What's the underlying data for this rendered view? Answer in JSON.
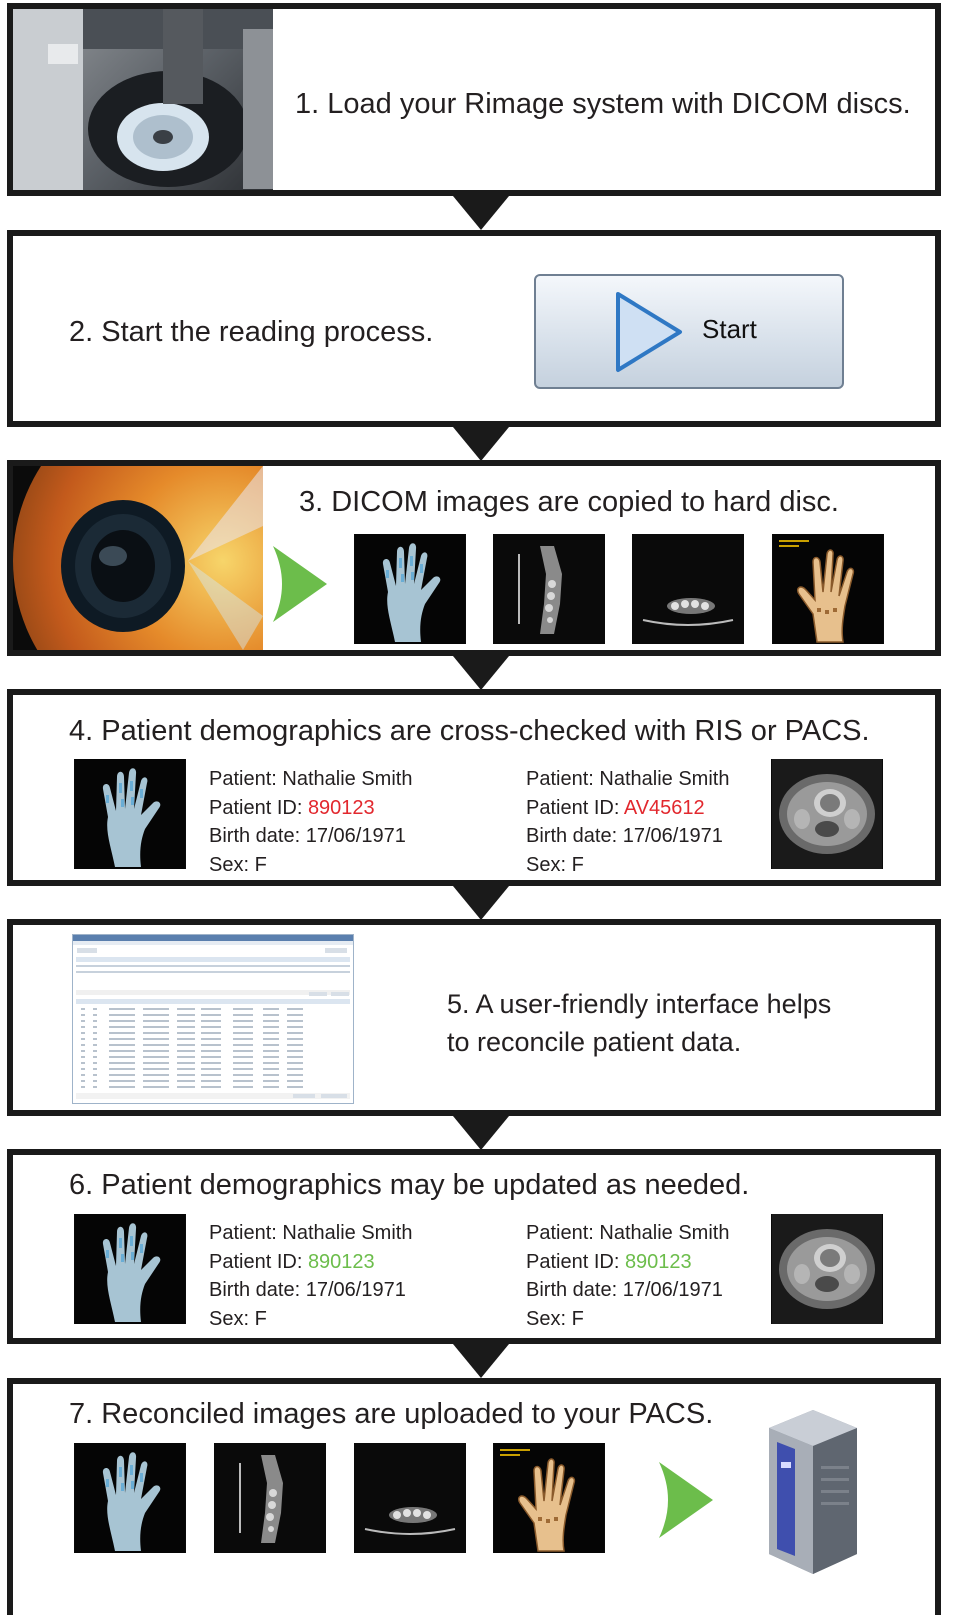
{
  "steps": {
    "s1": {
      "text": "1. Load your Rimage system with DICOM discs."
    },
    "s2": {
      "text": "2. Start the reading process.",
      "button_label": "Start"
    },
    "s3": {
      "text": "3. DICOM images are copied to hard disc."
    },
    "s4": {
      "text": "4. Patient demographics are cross-checked with RIS or PACS.",
      "left": {
        "patient": "Patient: Nathalie Smith",
        "id_label": "Patient ID: ",
        "id_value": "890123",
        "birth": "Birth date: 17/06/1971",
        "sex": "Sex: F"
      },
      "right": {
        "patient": "Patient: Nathalie Smith",
        "id_label": "Patient ID: ",
        "id_value": "AV45612",
        "birth": "Birth date: 17/06/1971",
        "sex": "Sex: F"
      }
    },
    "s5": {
      "text_line1": "5.  A user-friendly interface helps",
      "text_line2": "to reconcile patient data."
    },
    "s6": {
      "text": "6. Patient demographics may be updated as needed.",
      "left": {
        "patient": "Patient: Nathalie Smith",
        "id_label": "Patient ID: ",
        "id_value": "890123",
        "birth": "Birth date: 17/06/1971",
        "sex": "Sex: F"
      },
      "right": {
        "patient": "Patient: Nathalie Smith",
        "id_label": "Patient ID: ",
        "id_value": "890123",
        "birth": "Birth date: 17/06/1971",
        "sex": "Sex: F"
      }
    },
    "s7": {
      "text": "7. Reconciled images are uploaded to your PACS."
    }
  },
  "colors": {
    "mismatch": "#e2282e",
    "match": "#6cbd4b",
    "arrow_green": "#6cbd4b",
    "border": "#1a1a1a"
  },
  "icons": [
    "disc-publisher-photo",
    "play-triangle-icon",
    "optical-disc-icon",
    "xray-hand-icon",
    "ct-sagittal-icon",
    "ct-axial-icon",
    "3d-hand-icon",
    "mri-axial-icon",
    "software-screenshot",
    "pacs-server-icon"
  ]
}
